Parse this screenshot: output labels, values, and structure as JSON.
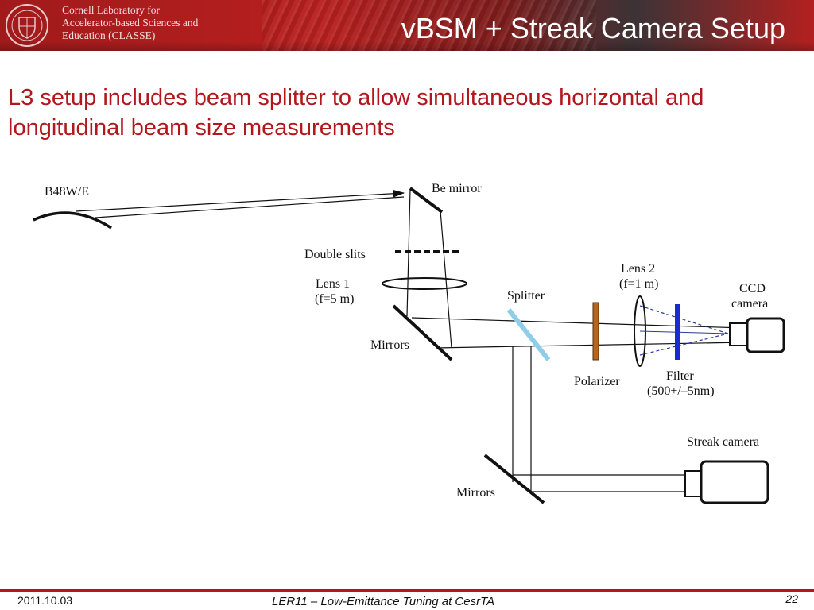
{
  "header": {
    "org_lines": [
      "Cornell Laboratory for",
      "Accelerator-based Sciences and",
      "Education (CLASSE)"
    ],
    "title": "vBSM + Streak Camera Setup",
    "colors": {
      "brand_red": "#b2171d",
      "text_white": "#ffffff"
    }
  },
  "subtitle": "L3 setup includes beam splitter to allow simultaneous horizontal and longitudinal beam size measurements",
  "diagram": {
    "labels": {
      "source": "B48W/E",
      "be_mirror": "Be mirror",
      "double_slits": "Double slits",
      "lens1_name": "Lens 1",
      "lens1_focal": "(f=5 m)",
      "mirrors_upper": "Mirrors",
      "splitter": "Splitter",
      "lens2_name": "Lens 2",
      "lens2_focal": "(f=1 m)",
      "ccd_line1": "CCD",
      "ccd_line2": "camera",
      "polarizer": "Polarizer",
      "filter_name": "Filter",
      "filter_range": "(500+/–5nm)",
      "streak_camera": "Streak camera",
      "mirrors_lower": "Mirrors"
    },
    "colors": {
      "splitter": "#8fcdea",
      "polarizer": "#b8651c",
      "filter": "#1a2ccf",
      "focus_rays": "#2c3a9a",
      "line": "#111111"
    }
  },
  "footer": {
    "date": "2011.10.03",
    "center": "LER11 – Low-Emittance Tuning at CesrTA",
    "page": "22"
  }
}
